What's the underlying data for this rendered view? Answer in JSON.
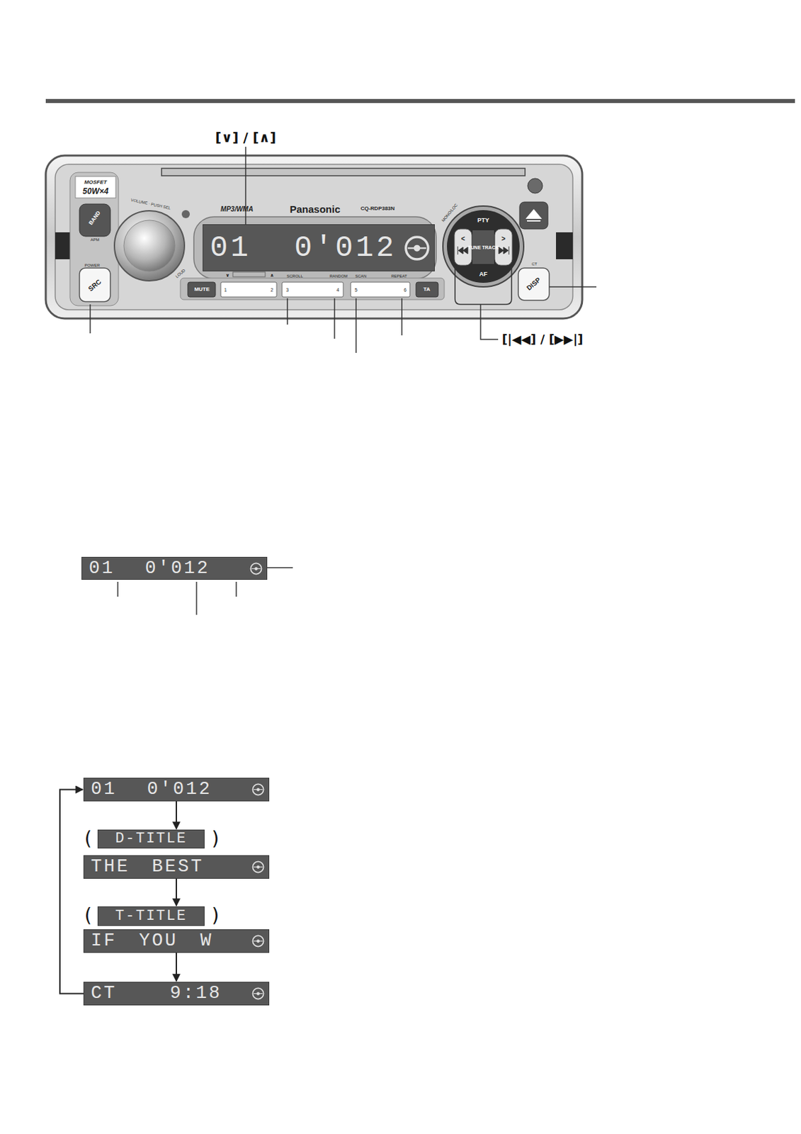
{
  "diagram": {
    "nodes": [
      {
        "text": [
          "01 0'012"
        ]
      },
      {
        "text": [
          "01 0'012"
        ]
      },
      {
        "text": [
          "01 0'012"
        ]
      },
      {
        "text": [
          "D-TITLE"
        ]
      },
      {
        "text": [
          "THE BEST"
        ]
      },
      {
        "text": [
          "T-TITLE"
        ]
      },
      {
        "text": [
          "IF YOU W"
        ]
      },
      {
        "text": [
          "CT 9:18"
        ]
      }
    ],
    "edges": [
      {
        "from": 2,
        "to": 3,
        "arrow": "to"
      },
      {
        "from": 4,
        "to": 5,
        "arrow": "to"
      },
      {
        "from": 6,
        "to": 7,
        "arrow": "to"
      },
      {
        "from": 7,
        "to": 2,
        "arrow": "to"
      }
    ],
    "labels": [
      "[∨] / [∧]",
      "MOSFET",
      "50W×4",
      "BAND",
      "APM",
      "VOLUME · PUSH SEL",
      "MP3/WMA",
      "Panasonic",
      "CQ-RDP383N",
      "POWER",
      "SRC",
      "LOUD",
      "MUTE",
      "1",
      "2",
      "3",
      "4",
      "5",
      "6",
      "SCROLL",
      "RANDOM",
      "SCAN",
      "REPEAT",
      "TA",
      "PTY",
      "TUNE TRACK",
      "AF",
      "MONO/LOC",
      "CT",
      "DISP",
      "[|◀◀] / [▶▶|]",
      "(",
      ")",
      "(",
      ")",
      "∨",
      "∧",
      "<",
      ">"
    ]
  }
}
